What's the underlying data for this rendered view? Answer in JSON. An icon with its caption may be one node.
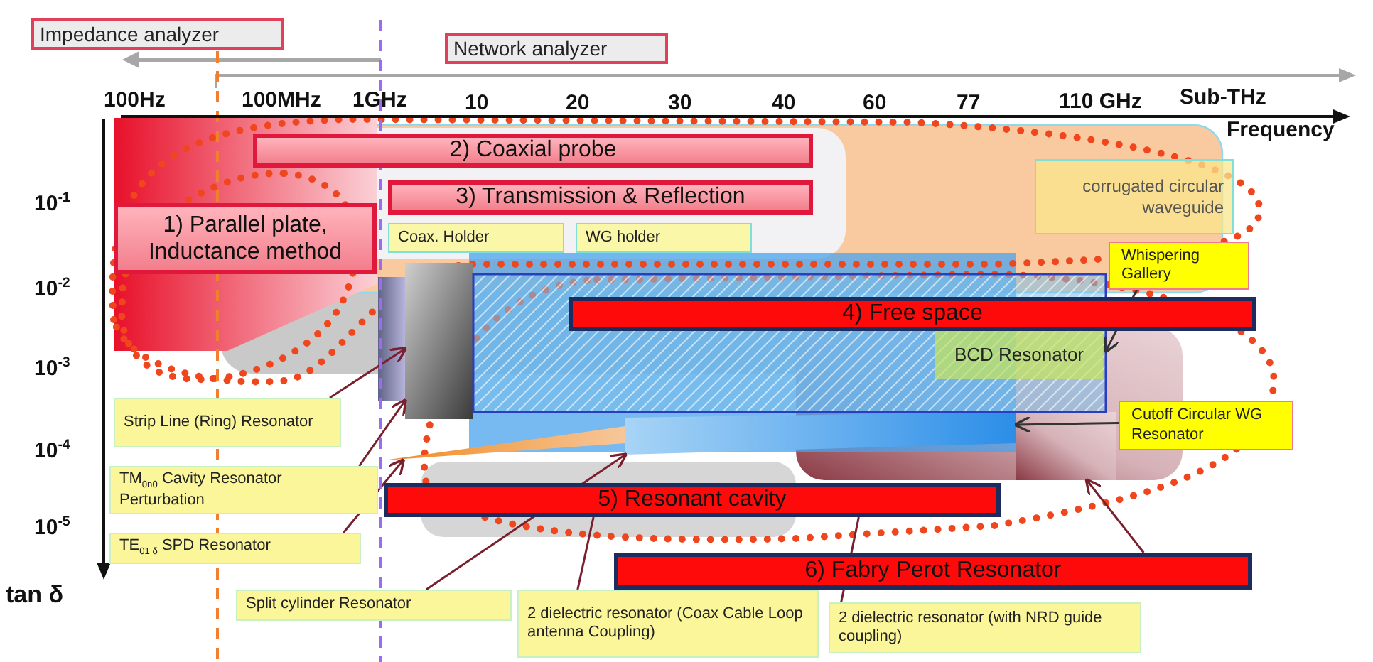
{
  "diagram": {
    "nodes": [
      {
        "text": [
          "Impedance analyzer"
        ]
      },
      {
        "text": [
          "Network analyzer"
        ]
      },
      {
        "text": [
          "2) Coaxial probe"
        ]
      },
      {
        "text": [
          "3) Transmission & Reflection"
        ]
      },
      {
        "text": [
          "1) Parallel plate, Inductance method"
        ]
      },
      {
        "text": [
          "corrugated circular waveguide"
        ]
      },
      {
        "text": [
          "Coax. Holder"
        ]
      },
      {
        "text": [
          "WG holder"
        ]
      },
      {
        "text": [
          "Whispering Gallery"
        ]
      },
      {
        "text": [
          "4) Free space"
        ]
      },
      {
        "text": [
          "BCD Resonator"
        ],
        "in": 25
      },
      {
        "text": [
          "Strip Line (Ring) Resonator"
        ]
      },
      {
        "text": [
          "Cutoff Circular WG Resonator"
        ]
      },
      {
        "text": [
          "TM$_{0n0}$ Cavity Resonator Perturbation"
        ]
      },
      {
        "text": [
          "5) Resonant cavity"
        ]
      },
      {
        "text": [
          "TE$_{01 δ}$ SPD Resonator"
        ]
      },
      {
        "text": [
          "6) Fabry Perot Resonator"
        ]
      },
      {
        "text": [
          "Split cylinder Resonator"
        ]
      },
      {
        "text": [
          "2 dielectric resonator (Coax Cable Loop antenna Coupling)"
        ]
      },
      {
        "text": [
          "2 dielectric resonator (with  NRD guide coupling)"
        ]
      },
      {
        "text": [],
        "shape": "box"
      },
      {
        "text": [],
        "shape": "box"
      },
      {
        "text": [],
        "shape": "triangle"
      },
      {
        "text": [],
        "shape": "bar"
      },
      {
        "text": [],
        "shape": "box"
      },
      {
        "text": [],
        "shape": "box"
      }
    ],
    "edges": [
      {
        "from": 11,
        "to": 20,
        "arrow": "to"
      },
      {
        "from": 13,
        "to": 21,
        "arrow": "to"
      },
      {
        "from": 15,
        "to": 22,
        "arrow": "to"
      },
      {
        "from": 17,
        "to": 23,
        "arrow": "to"
      },
      {
        "from": 18,
        "to": 14,
        "arrow": "none"
      },
      {
        "from": 19,
        "to": 14,
        "arrow": "none"
      },
      {
        "from": 16,
        "to": 24,
        "arrow": "to"
      },
      {
        "from": 12,
        "to": 23,
        "arrow": "to",
        "color": "#333333"
      },
      {
        "from": 8,
        "to": 25,
        "arrow": "to",
        "color": "#333333"
      }
    ],
    "labels": [
      "100Hz",
      "100MHz",
      "1GHz",
      "10",
      "20",
      "30",
      "40",
      "60",
      "77",
      "110 GHz",
      "Sub-THz",
      "Frequency",
      "10$^{-1}$",
      "10$^{-2}$",
      "10$^{-3}$",
      "10$^{-4}$",
      "10$^{-5}$",
      "tan δ"
    ]
  }
}
